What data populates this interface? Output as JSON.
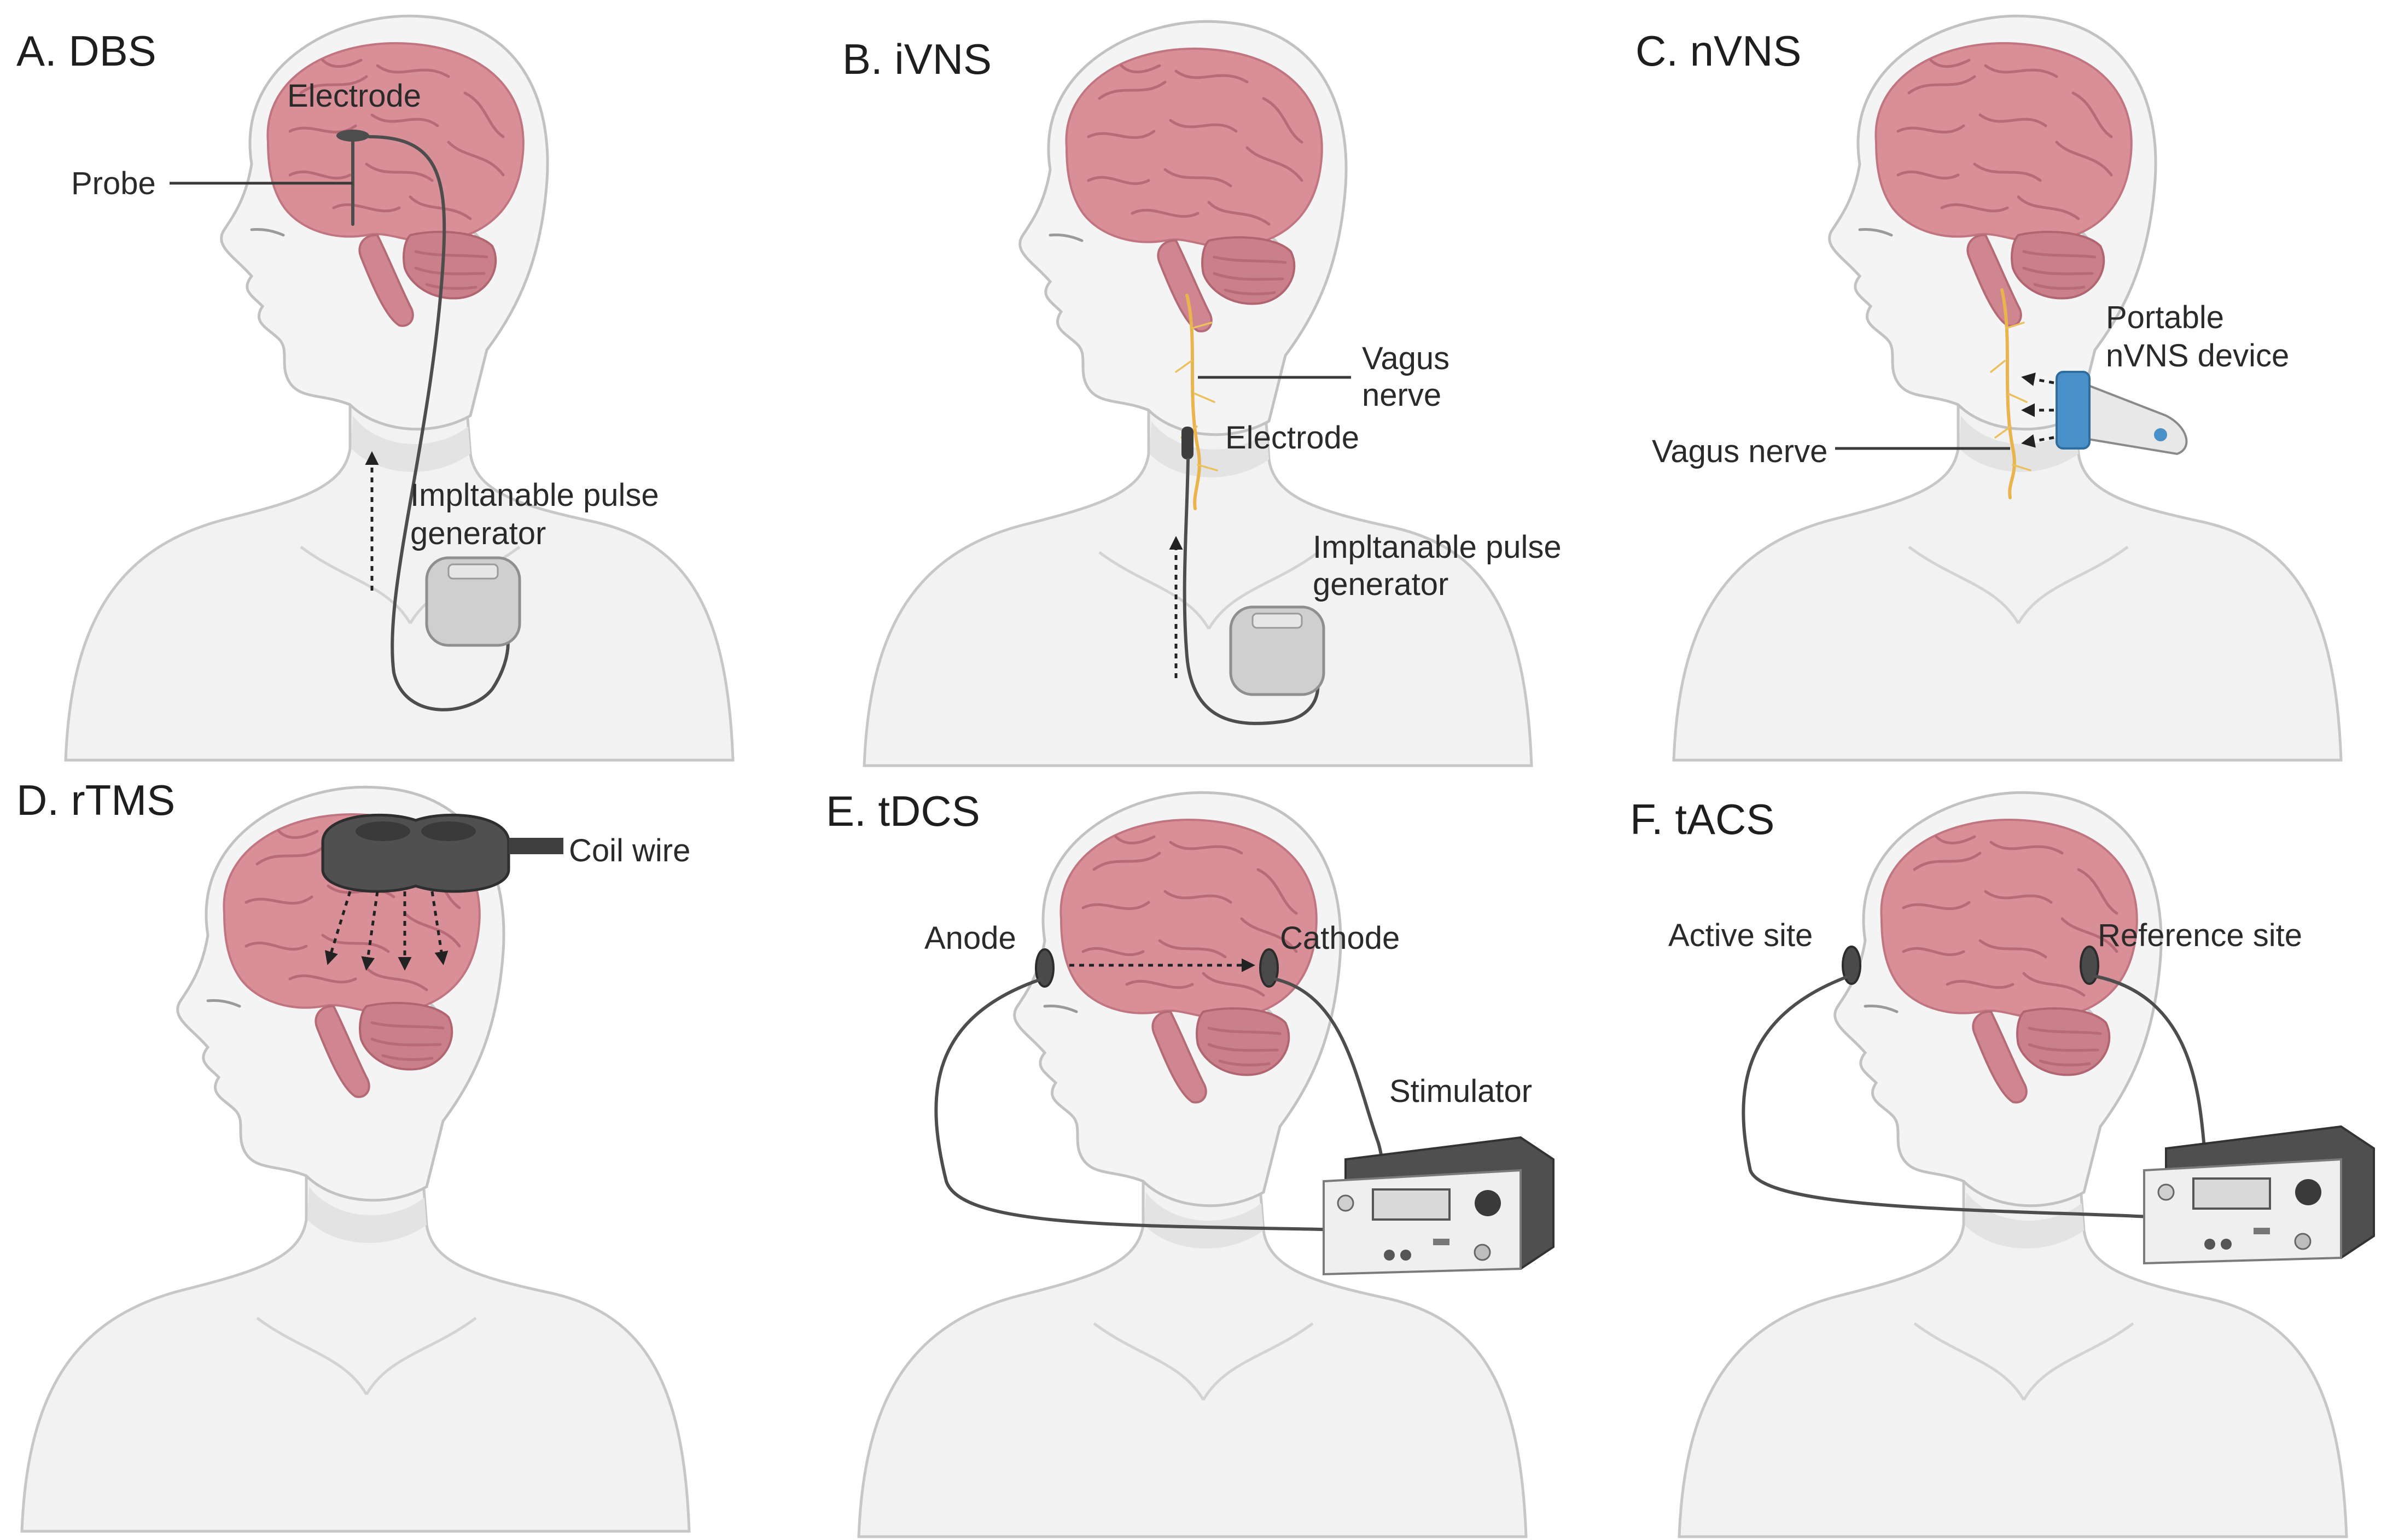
{
  "panels": [
    {
      "id": "A",
      "title": "A. DBS",
      "labels": {
        "electrode": "Electrode",
        "probe": "Probe",
        "ipg_line1": "Impltanable pulse",
        "ipg_line2": "generator"
      }
    },
    {
      "id": "B",
      "title": "B. iVNS",
      "labels": {
        "vagus_line1": "Vagus",
        "vagus_line2": "nerve",
        "electrode": "Electrode",
        "ipg_line1": "Impltanable pulse",
        "ipg_line2": "generator"
      }
    },
    {
      "id": "C",
      "title": "C. nVNS",
      "labels": {
        "device_line1": "Portable",
        "device_line2": "nVNS device",
        "vagus": "Vagus nerve"
      }
    },
    {
      "id": "D",
      "title": "D. rTMS",
      "labels": {
        "coil": "Coil wire"
      }
    },
    {
      "id": "E",
      "title": "E. tDCS",
      "labels": {
        "anode": "Anode",
        "cathode": "Cathode",
        "stimulator": "Stimulator"
      }
    },
    {
      "id": "F",
      "title": "F. tACS",
      "labels": {
        "active": "Active site",
        "reference": "Reference site"
      }
    }
  ],
  "colors": {
    "brain": "#d98f97",
    "skin": "#f2f2f2",
    "nerve": "#e9b44c",
    "device_accent": "#4a90c8",
    "stimulator": "#4f4f4f"
  }
}
